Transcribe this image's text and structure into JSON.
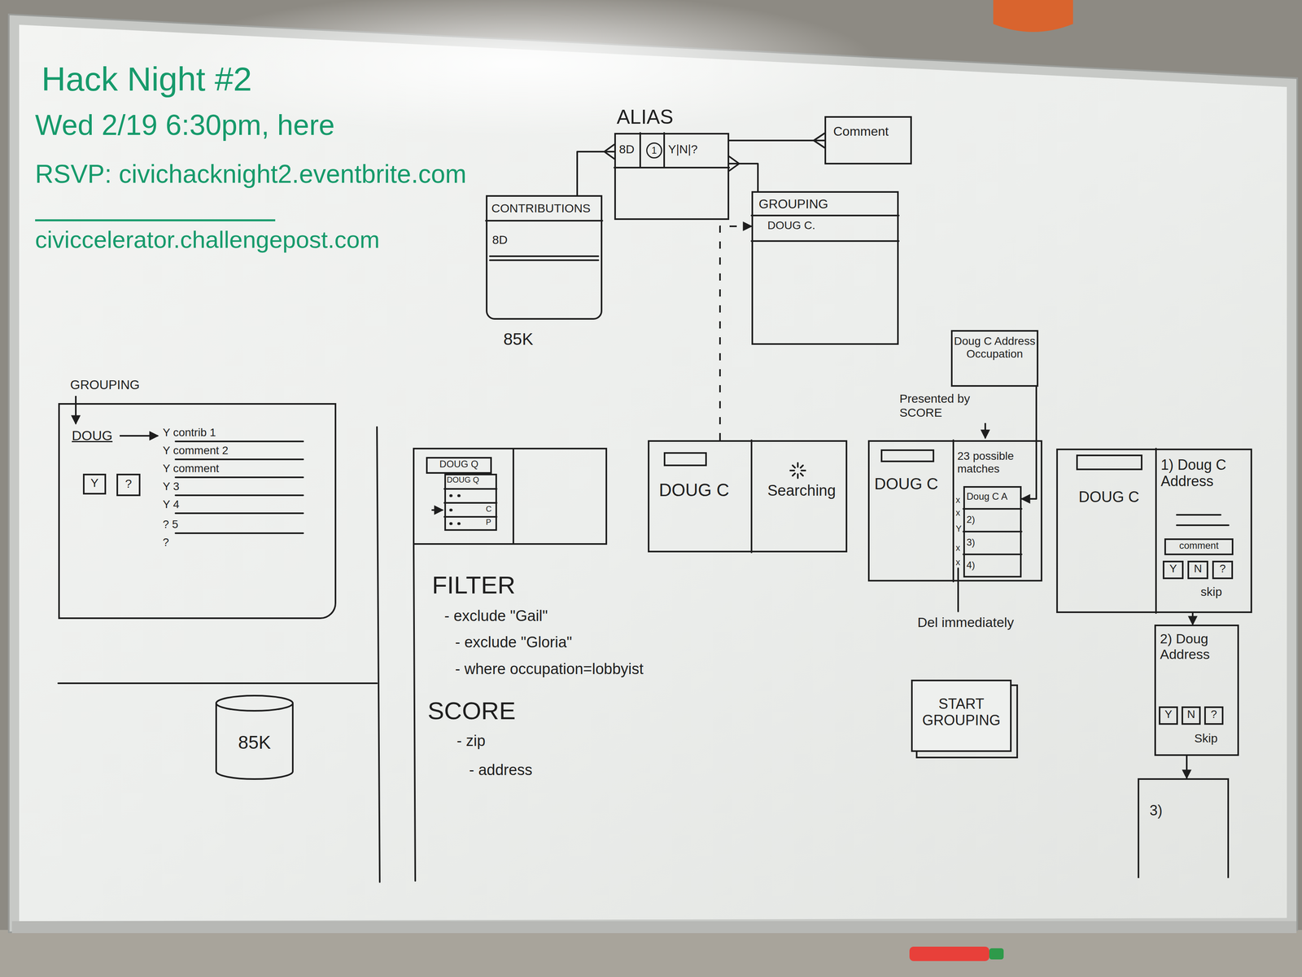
{
  "diagram": {
    "title": "Hack Night #2",
    "nodes": [
      {
        "text": [
          "ALIAS",
          "8D",
          "1",
          "Y|N|?"
        ]
      },
      {
        "text": [
          "Comment"
        ]
      },
      {
        "text": [
          "CONTRIBUTIONS",
          "8D"
        ]
      },
      {
        "text": [
          "GROUPING",
          "DOUG C."
        ]
      },
      {
        "text": [
          "Doug C Address Occupation"
        ]
      },
      {
        "text": [
          "GROUPING",
          "DOUG"
        ]
      },
      {
        "text": [
          "Y"
        ],
        "in": 5
      },
      {
        "text": [
          "?"
        ],
        "in": 5
      },
      {
        "text": [
          "DOUG Q"
        ]
      },
      {
        "text": [
          "DOUG Q",
          "C",
          "P"
        ]
      },
      {
        "text": [
          "DOUG C",
          "Searching"
        ]
      },
      {
        "text": [
          "DOUG C",
          "23 possible matches"
        ]
      },
      {
        "text": [
          "Doug C A",
          "2)",
          "3)",
          "4)"
        ],
        "in": 11
      },
      {
        "text": [
          "DOUG C",
          "1) Doug C Address",
          "skip"
        ]
      },
      {
        "text": [
          "comment"
        ],
        "in": 13
      },
      {
        "text": [
          "Y"
        ],
        "in": 13
      },
      {
        "text": [
          "N"
        ],
        "in": 13
      },
      {
        "text": [
          "?"
        ],
        "in": 13
      },
      {
        "text": [
          "2) Doug Address",
          "Skip"
        ]
      },
      {
        "text": [
          "Y"
        ],
        "in": 18
      },
      {
        "text": [
          "N"
        ],
        "in": 18
      },
      {
        "text": [
          "?"
        ],
        "in": 18
      },
      {
        "text": [
          "START GROUPING"
        ]
      },
      {
        "text": [
          "85K"
        ]
      },
      {
        "text": [
          "3)"
        ]
      }
    ],
    "edges": [
      {
        "from": 0,
        "to": 1,
        "arrow": "none"
      },
      {
        "from": 0,
        "to": 2,
        "arrow": "none"
      },
      {
        "from": 0,
        "to": 3,
        "arrow": "none"
      },
      {
        "from": 10,
        "to": 3,
        "arrow": "to"
      },
      {
        "from": 4,
        "to": 12,
        "arrow": "to"
      },
      {
        "from": 13,
        "to": 18,
        "arrow": "to"
      },
      {
        "from": 18,
        "to": 24,
        "arrow": "to"
      }
    ],
    "labels": [
      "Wed 2/19 6:30pm, here",
      "RSVP: civichacknight2.eventbrite.com",
      "civiccelerator.challengepost.com",
      "85K",
      "Y contrib 1",
      "Y comment 2",
      "Y comment",
      "Y 3",
      "Y 4",
      "? 5",
      "?",
      "FILTER",
      "- exclude \"Gail\"",
      "- exclude \"Gloria\"",
      "- where occupation=lobbyist",
      "SCORE",
      "- zip",
      "- address",
      "Presented by SCORE",
      "x",
      "x",
      "Y",
      "x",
      "x",
      "Del immediately"
    ]
  }
}
